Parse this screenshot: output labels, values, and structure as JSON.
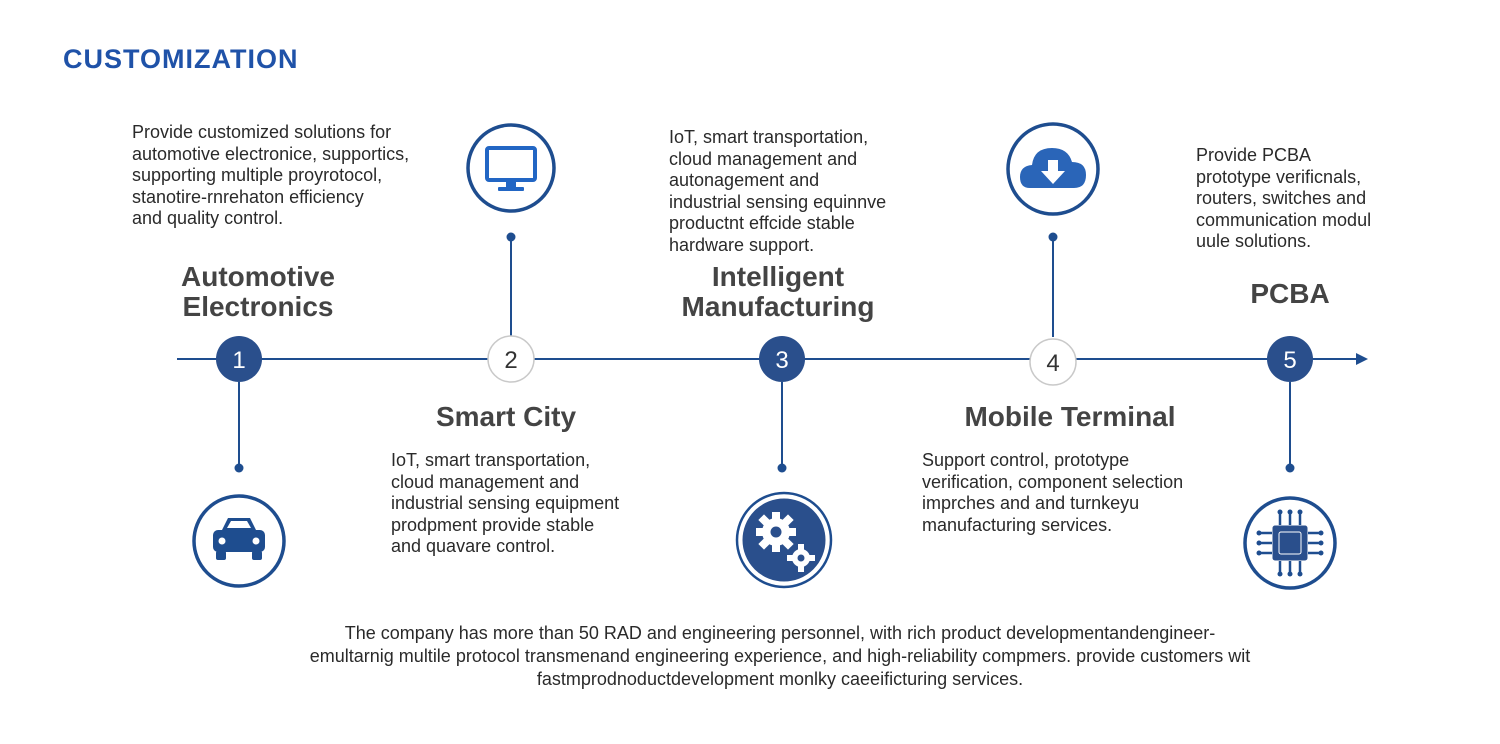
{
  "header": {
    "title": "CUSTOMIZATION"
  },
  "colors": {
    "accent": "#1f52a8",
    "node_fill": "#2a4f8c",
    "line": "#1e4d8f"
  },
  "steps": [
    {
      "number": "1",
      "title": "Automotive\nElectronics",
      "description": "Provide customized solutions for\nautomotive electronice, supportics,\nsupporting multiple proyrotocol,\nstanotire-rnrehaton efficiency\nand quality control.",
      "icon": "car-icon"
    },
    {
      "number": "2",
      "title": "Smart City",
      "description": "IoT, smart transportation,\ncloud management and\nindustrial sensing equipment\nprodpment provide stable\nand quavare control.",
      "icon": "monitor-icon"
    },
    {
      "number": "3",
      "title": "Intelligent\nManufacturing",
      "description": "IoT, smart transportation,\ncloud management and\nautonagement and\nindustrial sensing equinnve\nproductnt effcide stable\nhardware support.",
      "icon": "gears-icon"
    },
    {
      "number": "4",
      "title": "Mobile Terminal",
      "description": "Support control, prototype\nverification, component selection\nimprches and and turnkeyu\nmanufacturing services.",
      "icon": "cloud-download-icon"
    },
    {
      "number": "5",
      "title": "PCBA",
      "description": "Provide PCBA\nprototype verificnals,\nrouters, switches and\ncommunication modul\nuule solutions.",
      "icon": "chip-icon"
    }
  ],
  "footer": {
    "text": "The company has more than 50 RAD and engineering personnel, with rich product developmentandengineer-\nemultarnig multile protocol transmenand engineering experience, and high-reliability compmers. provide customers wit\nfastmprodnoductdevelopment monlky caeeificturing services."
  }
}
